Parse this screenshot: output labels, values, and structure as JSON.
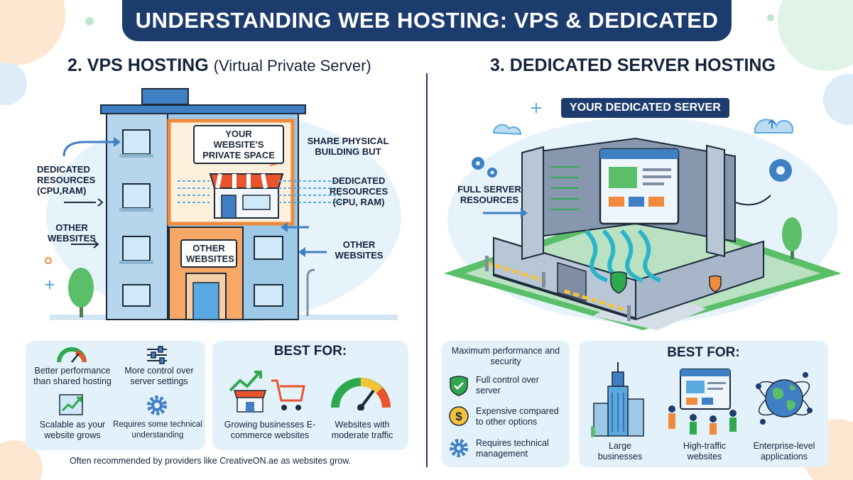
{
  "title": "UNDERSTANDING WEB HOSTING: VPS & DEDICATED",
  "vps": {
    "heading": "2. VPS HOSTING",
    "heading_sub": "(Virtual Private Server)",
    "private_space_label": "YOUR WEBSITE'S PRIVATE SPACE",
    "other_websites_box": "OTHER WEBSITES",
    "callouts": {
      "dedicated_left": "DEDICATED RESOURCES (CPU,RAM)",
      "other_left": "OTHER WEBSITES",
      "share_right": "SHARE PHYSICAL BUILDING BUT",
      "dedicated_right": "DEDICATED RESOURCES (CPU, RAM)",
      "other_right": "OTHER WEBSITES"
    },
    "features": [
      "Better performance than shared hosting",
      "More control over server settings",
      "Scalable as your website grows",
      "Requires some technical understanding"
    ],
    "best_for_title": "BEST FOR:",
    "best_for": [
      "Growing businesses E-commerce websites",
      "Websites with moderate traffic"
    ],
    "note": "Often recommended by providers like CreativeON.ae as websites grow."
  },
  "dedicated": {
    "heading": "3. DEDICATED SERVER HOSTING",
    "server_label": "YOUR DEDICATED SERVER",
    "callout_left": "FULL SERVER RESOURCES",
    "features": [
      "Maximum performance and security",
      "Full control over server",
      "Expensive compared to other options",
      "Requires technical management"
    ],
    "best_for_title": "BEST FOR:",
    "best_for": [
      "Large businesses",
      "High-traffic websites",
      "Enterprise-level applications"
    ]
  },
  "colors": {
    "navy": "#1d3c6e",
    "panel": "#e3f1fb",
    "building_blue": "#9ec9e6",
    "orange": "#f08a3c",
    "green": "#2fa84f"
  }
}
